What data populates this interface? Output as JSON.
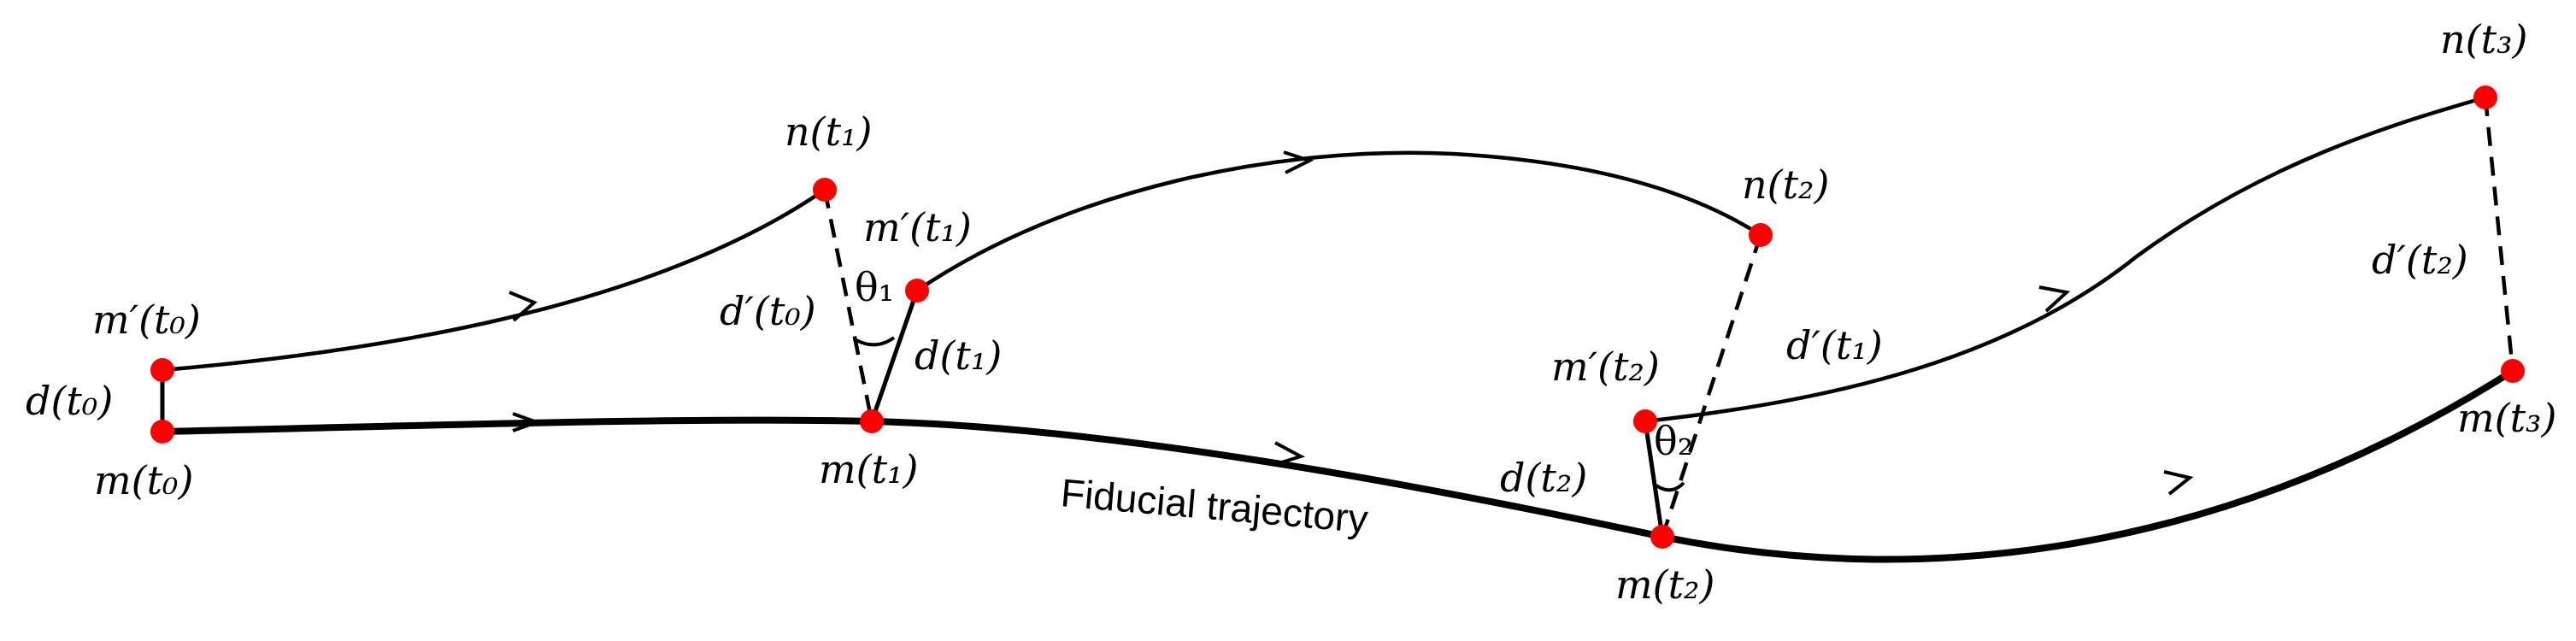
{
  "colors": {
    "point": "#ff0000",
    "line": "#000000",
    "background": "#ffffff"
  },
  "caption": "Fiducial trajectory",
  "labels": {
    "m_prime_t0": "m′(t₀)",
    "d_t0": "d(t₀)",
    "m_t0": "m(t₀)",
    "n_t1": "n(t₁)",
    "m_prime_t1": "m′(t₁)",
    "d_prime_t0": "d′(t₀)",
    "theta1": "θ₁",
    "d_t1": "d(t₁)",
    "m_t1": "m(t₁)",
    "n_t2": "n(t₂)",
    "m_prime_t2": "m′(t₂)",
    "d_prime_t1": "d′(t₁)",
    "theta2": "θ₂",
    "d_t2": "d(t₂)",
    "m_t2": "m(t₂)",
    "n_t3": "n(t₃)",
    "d_prime_t2": "d′(t₂)",
    "m_t3": "m(t₃)"
  }
}
